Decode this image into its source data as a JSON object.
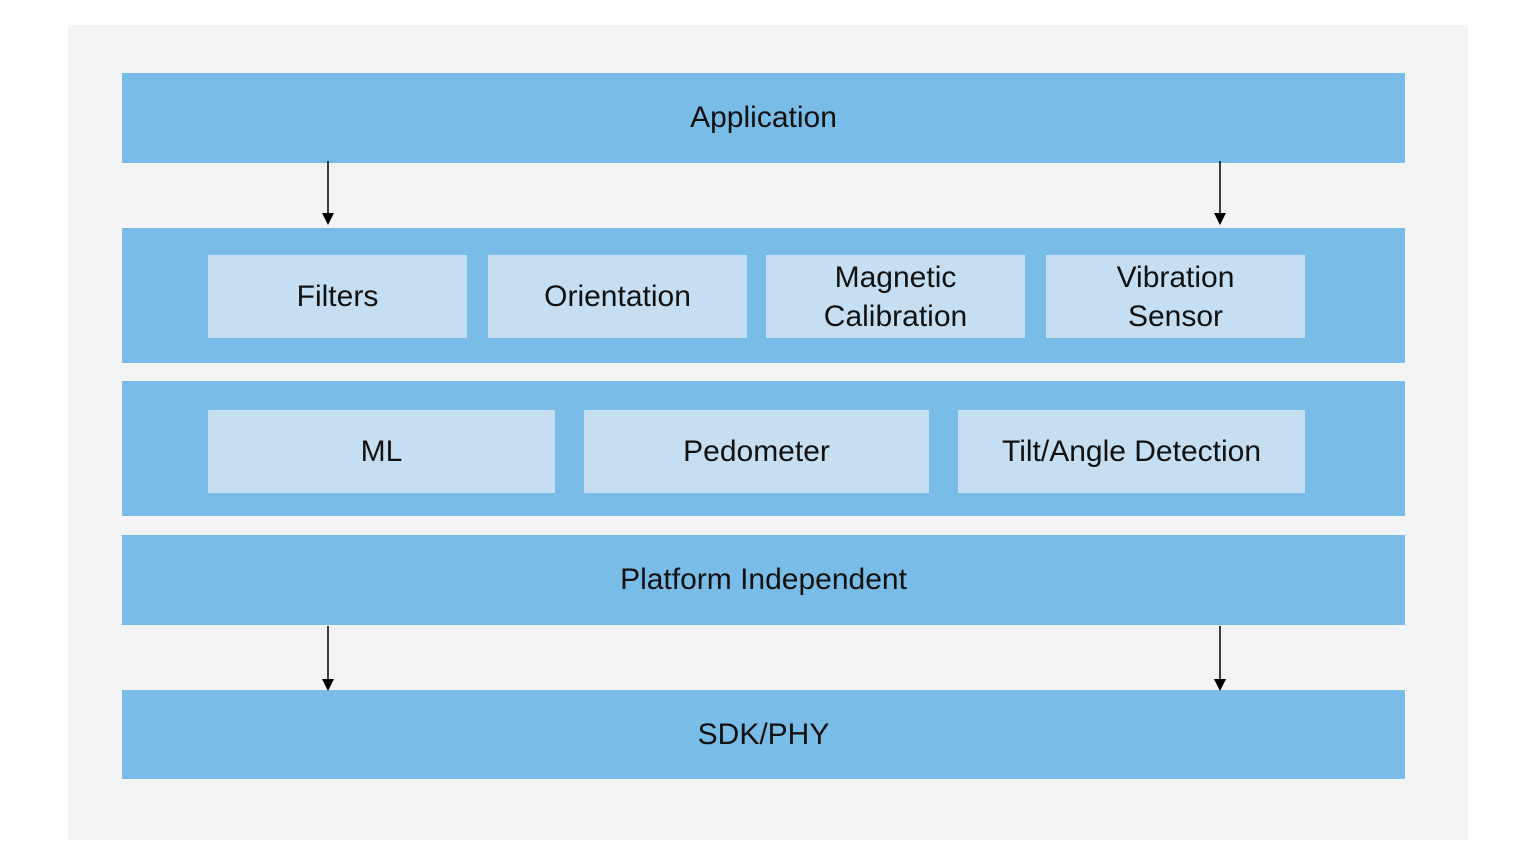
{
  "colors": {
    "background": "#ffffff",
    "canvas": "#f3f4f6",
    "layer": "#79bce8",
    "module": "#c6def2",
    "arrow": "#000000",
    "text": "#111111"
  },
  "layers": {
    "application": "Application",
    "platform_independent": "Platform Independent",
    "sdk_phy": "SDK/PHY"
  },
  "upper_modules": [
    {
      "label": "Filters"
    },
    {
      "label": "Orientation"
    },
    {
      "label": "Magnetic\nCalibration"
    },
    {
      "label": "Vibration\nSensor"
    }
  ],
  "lower_modules": [
    {
      "label": "ML"
    },
    {
      "label": "Pedometer"
    },
    {
      "label": "Tilt/Angle Detection"
    }
  ]
}
